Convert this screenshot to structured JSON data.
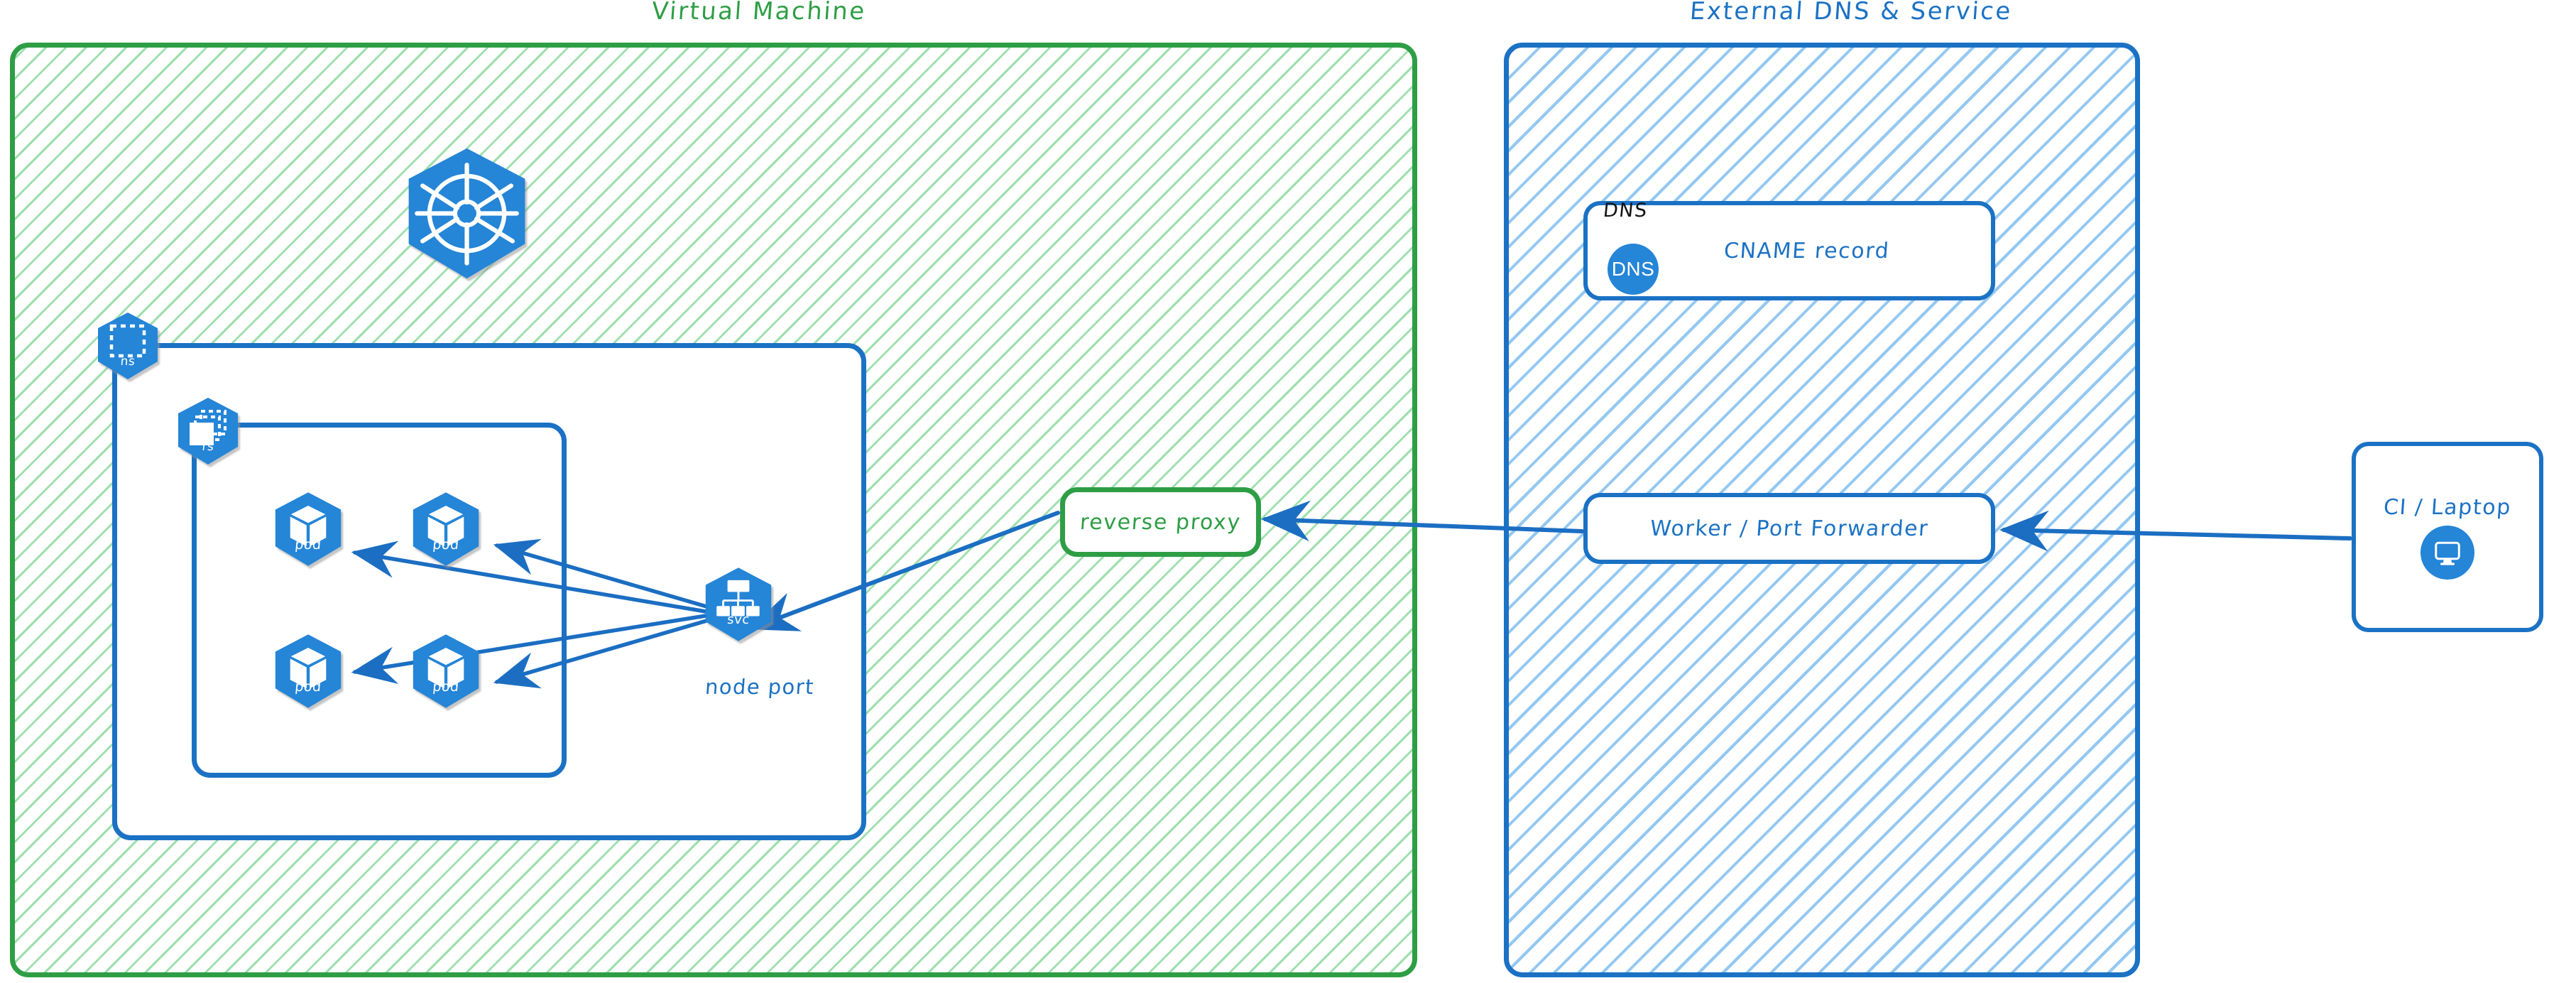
{
  "diagram": {
    "title_vm": "Virtual Machine",
    "title_dns": "External DNS & Service",
    "colors": {
      "green_border": "#2E9E45",
      "green_hatch": "#74D18A",
      "blue_border": "#1B72C4",
      "blue_hatch": "#8EC5F0",
      "k8s_blue": "#2585D7",
      "arrow_blue": "#1B6EC2",
      "black_text": "#141414"
    },
    "zones": [
      {
        "name": "virtual-machine",
        "label": "Virtual Machine",
        "style": "green-hatched"
      },
      {
        "name": "external-dns-service",
        "label": "External DNS & Service",
        "style": "blue-hatched"
      }
    ]
  },
  "vm": {
    "kubernetes_logo": {
      "name": "kubernetes-logo",
      "label": ""
    },
    "namespace": {
      "icon": "ns-icon",
      "label": "ns"
    },
    "replicaset": {
      "icon": "rs-icon",
      "label": "rs"
    },
    "pods": [
      {
        "label": "pod"
      },
      {
        "label": "pod"
      },
      {
        "label": "pod"
      },
      {
        "label": "pod"
      }
    ],
    "service": {
      "icon": "svc-icon",
      "label": "svc",
      "caption": "node port"
    },
    "reverse_proxy": {
      "label": "reverse proxy"
    }
  },
  "dns_zone": {
    "dns_card": {
      "tag": "DNS",
      "badge": "DNS",
      "label": "CNAME record"
    },
    "worker": {
      "label": "Worker / Port Forwarder"
    }
  },
  "client": {
    "label": "CI / Laptop",
    "icon": "monitor-icon"
  },
  "connections": [
    {
      "from": "svc",
      "to": "pod-1",
      "direction": "to"
    },
    {
      "from": "svc",
      "to": "pod-2",
      "direction": "to"
    },
    {
      "from": "svc",
      "to": "pod-3",
      "direction": "to"
    },
    {
      "from": "svc",
      "to": "pod-4",
      "direction": "to"
    },
    {
      "from": "reverse-proxy",
      "to": "svc",
      "direction": "to"
    },
    {
      "from": "worker",
      "to": "reverse-proxy",
      "direction": "to"
    },
    {
      "from": "ci-laptop",
      "to": "worker",
      "direction": "to"
    }
  ]
}
